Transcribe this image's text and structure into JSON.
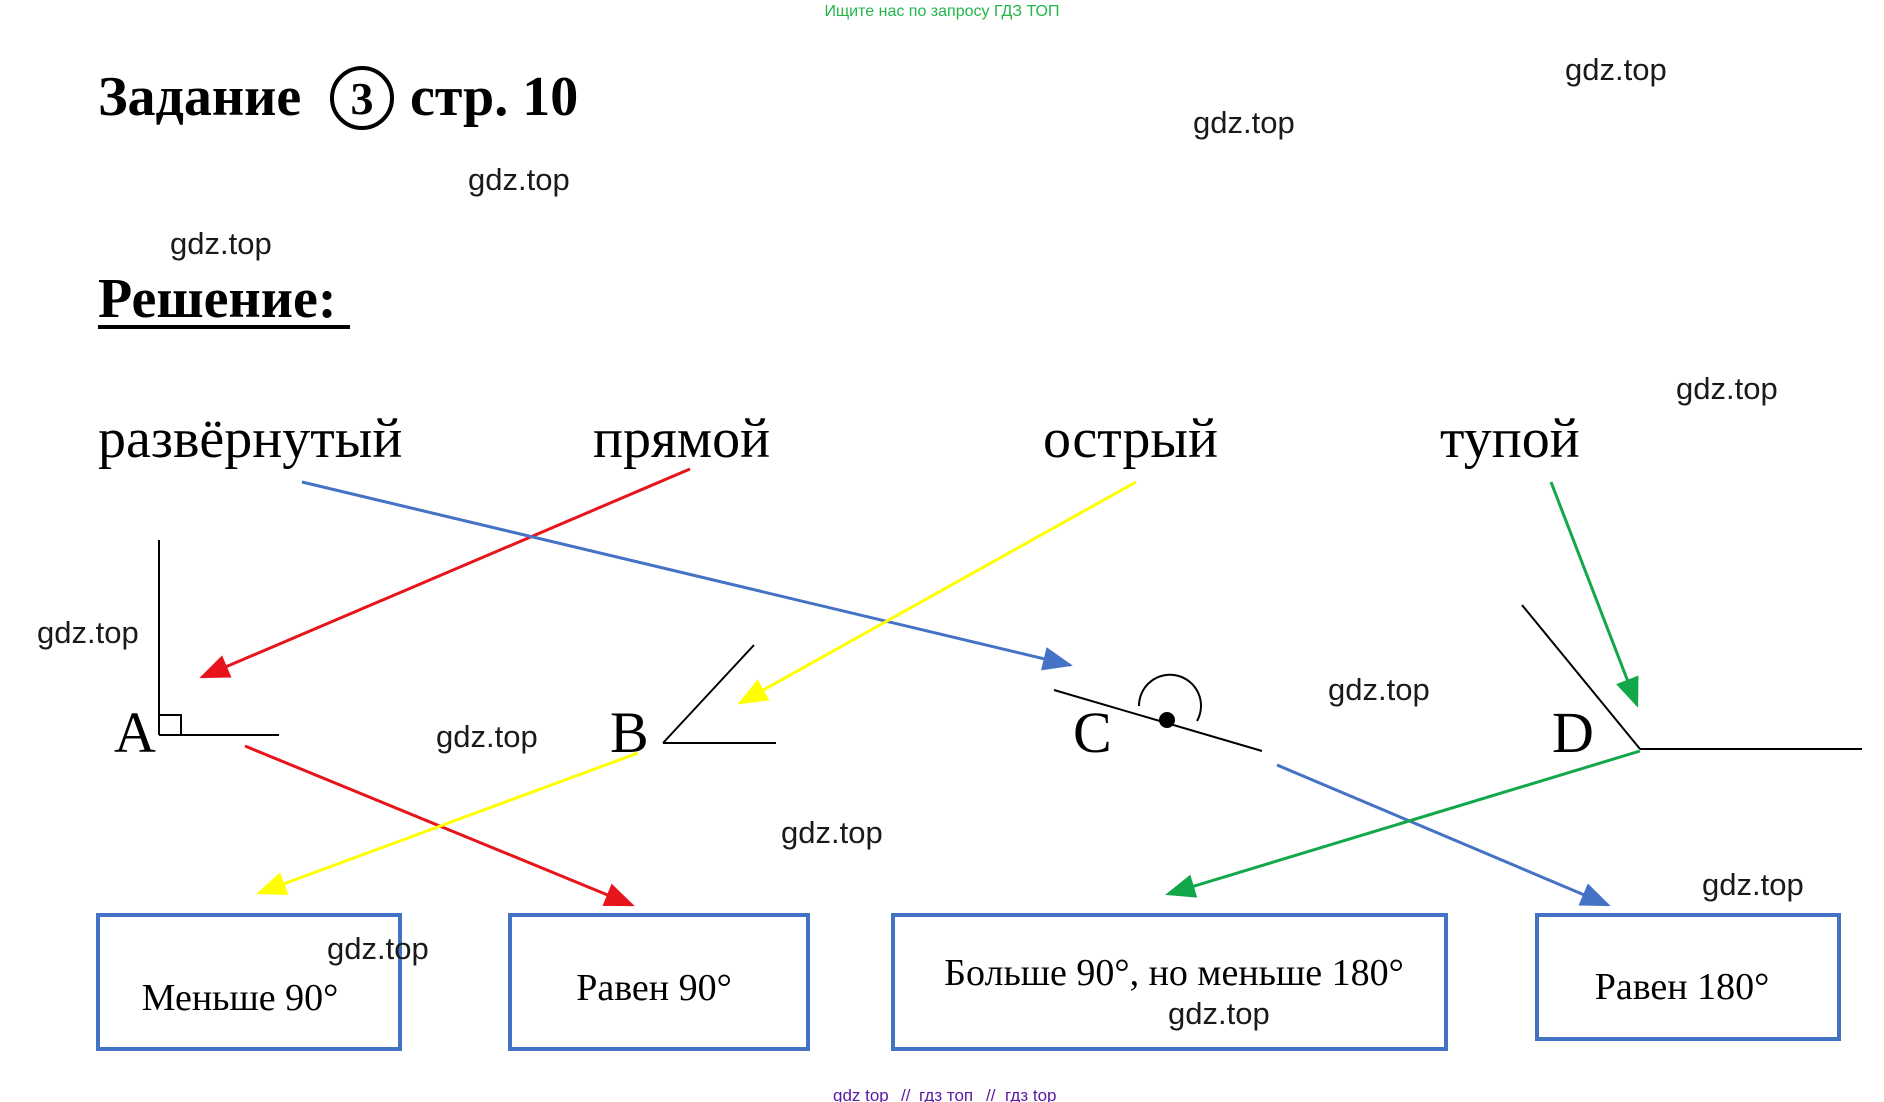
{
  "top_banner": "Ищите нас по запросу ГДЗ ТОП",
  "header": {
    "task_word": "Задание",
    "task_number": "3",
    "page_ref": "стр. 10"
  },
  "solution_heading": "Решение:",
  "angle_types": {
    "straight": "развёрнутый",
    "right": "прямой",
    "acute": "острый",
    "obtuse": "тупой"
  },
  "angle_labels": {
    "a": "A",
    "b": "B",
    "c": "C",
    "d": "D"
  },
  "answer_boxes": {
    "less_90": "Меньше 90°",
    "equal_90": "Равен 90°",
    "between_90_180": "Больше 90°, но меньше 180°",
    "equal_180": "Равен 180°"
  },
  "watermark": "gdz.top",
  "footer": {
    "part1": "gdz top",
    "sep1": "//",
    "part2": "гдз топ",
    "sep2": "//",
    "part3": "гдз top"
  },
  "colors": {
    "arrow_red": "#e8141c",
    "arrow_blue": "#4472c4",
    "arrow_yellow": "#ffff00",
    "arrow_green": "#12a84a",
    "box_border": "#4472c4",
    "banner_green": "#22b64b",
    "footer_purple": "#5a1aa3"
  }
}
